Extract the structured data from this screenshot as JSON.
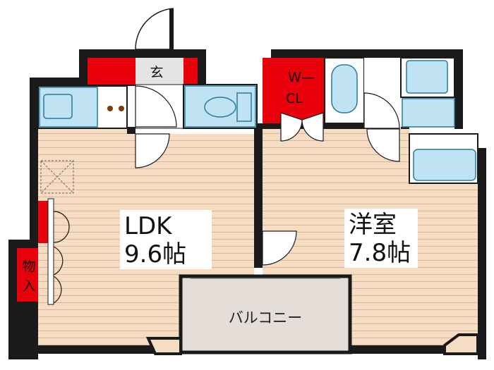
{
  "rooms": {
    "ldk": {
      "name": "LDK",
      "size": "9.6帖"
    },
    "western": {
      "name": "洋室",
      "size": "7.8帖"
    },
    "balcony": {
      "name": "バルコニー"
    },
    "entrance": {
      "name": "玄"
    },
    "closet": {
      "line1": "W—",
      "line2": "CL"
    },
    "storage": {
      "line1": "物",
      "line2": "入"
    }
  },
  "colors": {
    "wall": "#1a1a1a",
    "accent": "#e8000b",
    "floor": "#f7dcc4",
    "floor_stripe": "#d7b89c",
    "fixture": "#bfe3f2",
    "fixture_stroke": "#2a7aa0",
    "balcony": "#e4ddd8"
  }
}
